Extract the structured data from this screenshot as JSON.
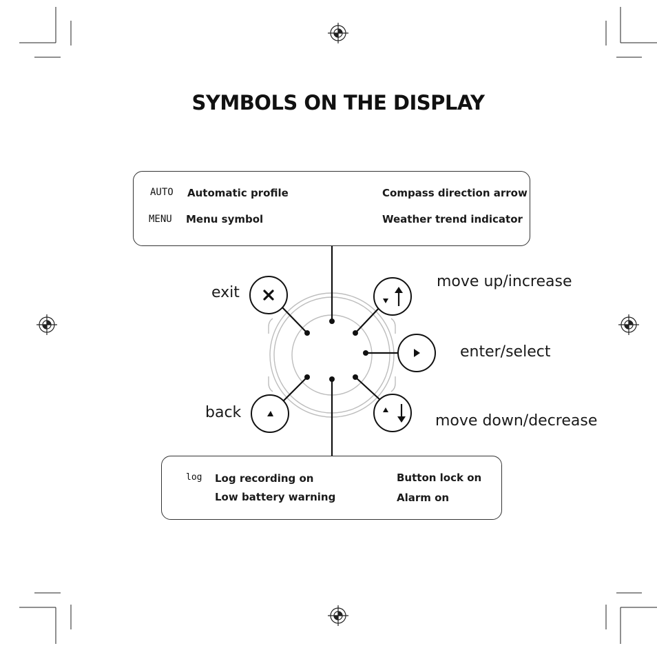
{
  "title": "SYMBOLS ON THE DISPLAY",
  "top_box": {
    "items": [
      {
        "symbol": "AUTO",
        "label": "Automatic profile"
      },
      {
        "symbol": "MENU",
        "label": "Menu symbol"
      },
      {
        "icon": "compass-arrow-icon",
        "label": "Compass direction arrow"
      },
      {
        "icon": "weather-trend-icon",
        "label": "Weather trend indicator"
      }
    ]
  },
  "bottom_box": {
    "items": [
      {
        "symbol": "log",
        "label": "Log recording on"
      },
      {
        "icon": "battery-icon",
        "label": "Low battery warning"
      },
      {
        "icon": "lock-icon",
        "label": "Button lock on"
      },
      {
        "icon": "bell-icon",
        "label": "Alarm on"
      }
    ]
  },
  "buttons": {
    "exit": "exit",
    "back": "back",
    "up": "move up/increase",
    "enter": "enter/select",
    "down": "move down/decrease"
  }
}
